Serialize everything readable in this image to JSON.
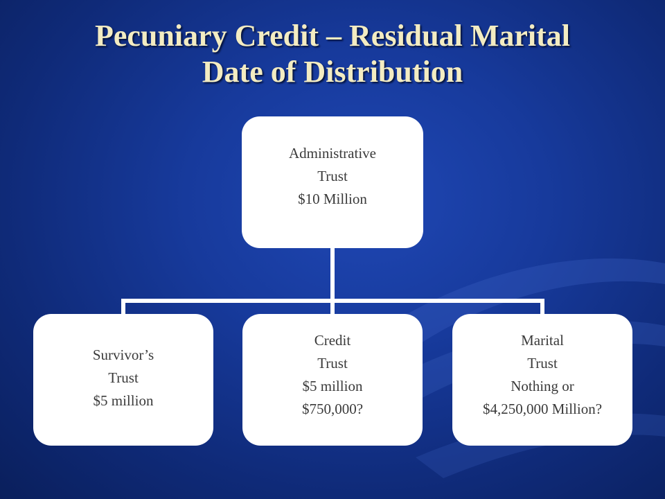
{
  "slide": {
    "title_lines": [
      "Pecuniary Credit – Residual Marital",
      "Date of Distribution"
    ]
  },
  "diagram": {
    "root": {
      "lines": [
        "Administrative",
        "Trust",
        "$10 Million"
      ]
    },
    "children": [
      {
        "lines": [
          "Survivor’s",
          "Trust",
          "$5 million"
        ]
      },
      {
        "lines": [
          "Credit",
          "Trust",
          "$5 million",
          "$750,000?"
        ]
      },
      {
        "lines": [
          "Marital",
          "Trust",
          "Nothing or",
          "$4,250,000 Million?"
        ]
      }
    ]
  }
}
